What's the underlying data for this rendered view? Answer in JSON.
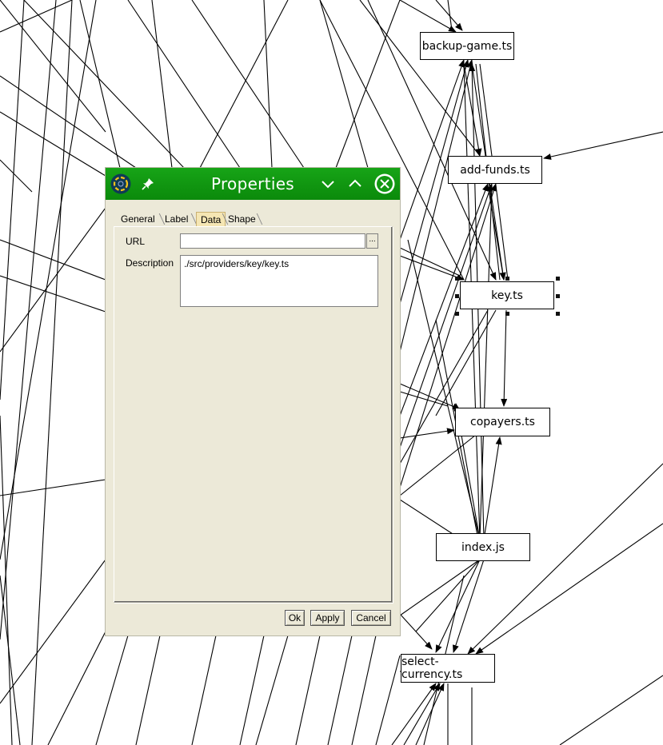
{
  "graph": {
    "nodes": {
      "backup_game": "backup-game.ts",
      "add_funds": "add-funds.ts",
      "key": "key.ts",
      "copayers": "copayers.ts",
      "index": "index.js",
      "select_currency": "select-currency.ts"
    },
    "selected_node": "key.ts"
  },
  "dialog": {
    "title": "Properties",
    "icons": {
      "app": "app-logo-icon",
      "pin": "pin-icon",
      "minimize": "chevron-down-icon",
      "maximize": "chevron-up-icon",
      "close": "close-icon"
    },
    "accent": "#129812",
    "tabs": [
      "General",
      "Label",
      "Data",
      "Shape"
    ],
    "active_tab": "Data",
    "fields": {
      "url_label": "URL",
      "url_value": "",
      "browse_label": "...",
      "description_label": "Description",
      "description_value": "./src/providers/key/key.ts"
    },
    "buttons": {
      "ok": "Ok",
      "apply": "Apply",
      "cancel": "Cancel"
    }
  }
}
